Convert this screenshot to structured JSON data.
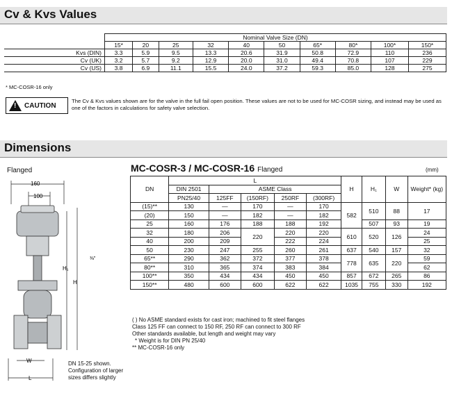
{
  "cv_section": {
    "title": "Cv & Kvs Values",
    "header_label": "Nominal Valve Size (DN)",
    "sizes": [
      "15*",
      "20",
      "25",
      "32",
      "40",
      "50",
      "65*",
      "80*",
      "100*",
      "150*"
    ],
    "rows": [
      {
        "label": "Kvs (DIN)",
        "values": [
          "3.3",
          "5.9",
          "9.5",
          "13.3",
          "20.6",
          "31.9",
          "50.8",
          "72.9",
          "110",
          "236"
        ]
      },
      {
        "label": "Cv (UK)",
        "values": [
          "3.2",
          "5.7",
          "9.2",
          "12.9",
          "20.0",
          "31.0",
          "49.4",
          "70.8",
          "107",
          "229"
        ]
      },
      {
        "label": "Cv (US)",
        "values": [
          "3.8",
          "6.9",
          "11.1",
          "15.5",
          "24.0",
          "37.2",
          "59.3",
          "85.0",
          "128",
          "275"
        ]
      }
    ],
    "footnote": "* MC-COSR-16 only",
    "caution_label": "CAUTION",
    "caution_text": "The Cv & Kvs values shown are for the valve in the full fail open position. These values are not to be used for MC-COSR sizing, and instead may be used as one of the factors in calculations for safety valve selection."
  },
  "dimensions": {
    "title": "Dimensions",
    "flanged_label": "Flanged",
    "table_title": "MC-COSR-3 / MC-COSR-16",
    "table_subtitle": "Flanged",
    "unit": "(mm)",
    "headers": {
      "dn": "DN",
      "l": "L",
      "din": "DIN 2501",
      "asme": "ASME Class",
      "pn": "PN25/40",
      "c125": "125FF",
      "c150": "(150RF)",
      "c250": "250RF",
      "c300": "(300RF)",
      "h": "H",
      "h1": "H₁",
      "w": "W",
      "weight": "Weight* (kg)"
    },
    "rows": [
      {
        "dn": "(15)**",
        "pn": "130",
        "c125": "—",
        "c150": "170",
        "c250": "—",
        "c300": "170"
      },
      {
        "dn": "(20)",
        "pn": "150",
        "c125": "—",
        "c150": "182",
        "c250": "—",
        "c300": "182"
      },
      {
        "dn": "25",
        "pn": "160",
        "c125": "176",
        "c150": "188",
        "c250": "188",
        "c300": "192"
      },
      {
        "dn": "32",
        "pn": "180",
        "c125": "206",
        "c150": "220",
        "c250": "220",
        "c300": "220"
      },
      {
        "dn": "40",
        "pn": "200",
        "c125": "209",
        "c150": "220",
        "c250": "222",
        "c300": "224"
      },
      {
        "dn": "50",
        "pn": "230",
        "c125": "247",
        "c150": "255",
        "c250": "260",
        "c300": "261"
      },
      {
        "dn": "65**",
        "pn": "290",
        "c125": "362",
        "c150": "372",
        "c250": "377",
        "c300": "378"
      },
      {
        "dn": "80**",
        "pn": "310",
        "c125": "365",
        "c150": "374",
        "c250": "383",
        "c300": "384"
      },
      {
        "dn": "100**",
        "pn": "350",
        "c125": "434",
        "c150": "434",
        "c250": "450",
        "c300": "450"
      },
      {
        "dn": "150**",
        "pn": "480",
        "c125": "600",
        "c150": "600",
        "c250": "622",
        "c300": "622"
      }
    ],
    "groups": {
      "h_582": "582",
      "h1_510": "510",
      "w_88": "88",
      "wt_17": "17",
      "h1_507": "507",
      "w_93": "93",
      "wt_19": "19",
      "h_610": "610",
      "h1_520": "520",
      "w_126": "126",
      "wt_24": "24",
      "wt_25": "25",
      "h_637": "637",
      "h1_540": "540",
      "w_157": "157",
      "wt_32": "32",
      "h_778": "778",
      "h1_635": "635",
      "w_220": "220",
      "wt_59": "59",
      "wt_62": "62",
      "h_857": "857",
      "h1_672": "672",
      "w_265": "265",
      "wt_86": "86",
      "h_1035": "1035",
      "h1_755": "755",
      "w_330": "330",
      "wt_192": "192"
    },
    "footnotes": [
      "(   ) No ASME standard exists for cast iron; machined to fit steel flanges",
      "Class 125 FF can connect to 150 RF, 250 RF can connect to 300 RF",
      "Other standards available, but length and weight may vary",
      "* Weight is for DIN PN 25/40",
      "** MC-COSR-16 only"
    ],
    "drawing": {
      "dim_160": "160",
      "dim_100": "100",
      "dim_h": "H",
      "dim_h1": "H₁",
      "dim_w": "W",
      "dim_l": "L",
      "dim_thread": "⅜\"",
      "note": "DN 15-25 shown. Configuration of larger sizes differs slightly"
    }
  }
}
